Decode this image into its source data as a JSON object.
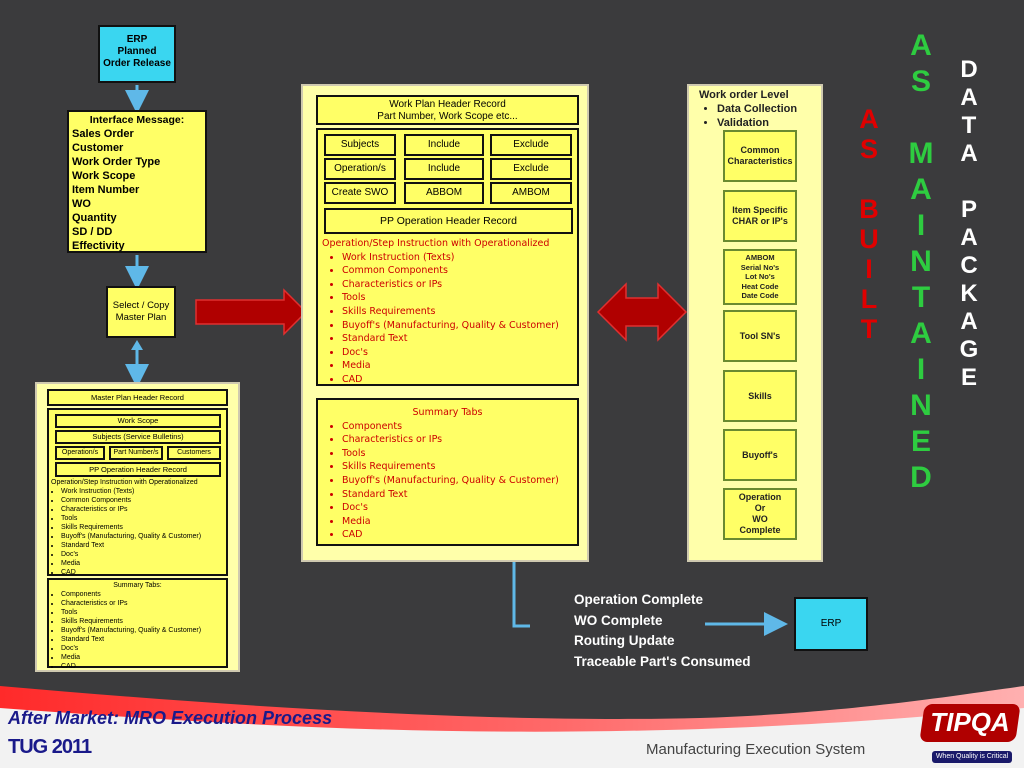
{
  "erp_top": {
    "line1": "ERP",
    "line2": "Planned",
    "line3": "Order Release"
  },
  "interface": {
    "title": "Interface Message:",
    "items": [
      "Sales Order",
      "Customer",
      "Work Order Type",
      "Work Scope",
      "Item Number",
      "WO",
      "Quantity",
      "SD / DD",
      "Effectivity"
    ]
  },
  "select_copy": {
    "line1": "Select / Copy",
    "line2": "Master Plan"
  },
  "master": {
    "header": "Master Plan Header Record",
    "work_scope": "Work Scope",
    "subjects": "Subjects (Service Bulletins)",
    "operations": "Operation/s",
    "part_number": "Part Number/s",
    "customers": "Customers",
    "pp_header": "PP Operation Header Record",
    "op_title": "Operation/Step Instruction with Operationalized",
    "op_items": [
      "Work Instruction (Texts)",
      "Common Components",
      "Characteristics or IPs",
      "Tools",
      "Skills Requirements",
      "Buyoff's (Manufacturing, Quality & Customer)",
      "Standard Text",
      "Doc's",
      "Media",
      "CAD"
    ],
    "summary_title": "Summary Tabs:",
    "summary_items": [
      "Components",
      "Characteristics or IPs",
      "Tools",
      "Skills Requirements",
      "Buyoff's (Manufacturing, Quality & Customer)",
      "Standard Text",
      "Doc's",
      "Media",
      "CAD"
    ]
  },
  "workplan": {
    "header_line1": "Work Plan Header Record",
    "header_line2": "Part Number,  Work Scope etc...",
    "grid": [
      [
        "Subjects",
        "Include",
        "Exclude"
      ],
      [
        "Operation/s",
        "Include",
        "Exclude"
      ],
      [
        "Create SWO",
        "ABBOM",
        "AMBOM"
      ]
    ],
    "pp_header": "PP Operation Header Record",
    "op_title": "Operation/Step Instruction with Operationalized",
    "op_items": [
      "Work Instruction (Texts)",
      "Common Components",
      "Characteristics or IPs",
      "Tools",
      "Skills Requirements",
      "Buyoff's (Manufacturing, Quality & Customer)",
      "Standard Text",
      "Doc's",
      "Media",
      "CAD"
    ],
    "summary_title": "Summary Tabs",
    "summary_items": [
      "Components",
      "Characteristics or IPs",
      "Tools",
      "Skills Requirements",
      "Buyoff's (Manufacturing, Quality & Customer)",
      "Standard Text",
      "Doc's",
      "Media",
      "CAD"
    ]
  },
  "wo_level": {
    "title": "Work order Level",
    "bullets": [
      "Data Collection",
      "Validation"
    ],
    "boxes": [
      [
        "Common",
        "Characteristics"
      ],
      [
        "Item Specific",
        "CHAR or IP's"
      ],
      [
        "AMBOM",
        "Serial No's",
        "Lot No's",
        "Heat Code",
        "Date Code"
      ],
      [
        "Tool SN's"
      ],
      [
        "Skills"
      ],
      [
        "Buyoff's"
      ],
      [
        "Operation",
        "Or",
        "WO",
        "Complete"
      ]
    ]
  },
  "as_built": [
    "A",
    "S",
    "",
    "B",
    "U",
    "I",
    "L",
    "T"
  ],
  "as_maintained": [
    "A",
    "S",
    "",
    "M",
    "A",
    "I",
    "N",
    "T",
    "A",
    "I",
    "N",
    "E",
    "D"
  ],
  "data_package": [
    "D",
    "A",
    "T",
    "A",
    "",
    "P",
    "A",
    "C",
    "K",
    "A",
    "G",
    "E"
  ],
  "completion": [
    "Operation Complete",
    "WO Complete",
    "Routing Update",
    "Traceable Part's Consumed"
  ],
  "erp_bottom": "ERP",
  "footer": {
    "title": "After Market:  MRO Execution Process",
    "tug": "TUG 2011",
    "system": "Manufacturing Execution System",
    "logo": "TIPQA",
    "tagline": "When Quality is Critical"
  },
  "colors": {
    "background": "#3b3b3d",
    "cyan": "#3ad6f0",
    "yellow": "#ffff66",
    "red_text": "#cc0000",
    "green_letters": "#2ecc40",
    "red_arrow": "#b00000",
    "connector": "#5fb8e8"
  }
}
